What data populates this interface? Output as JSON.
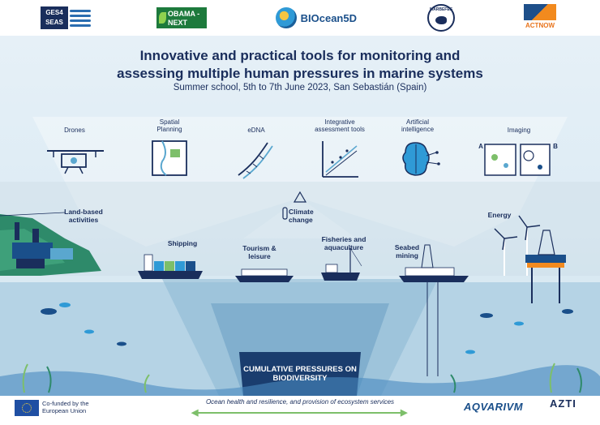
{
  "logos": {
    "ges4seas": "GES4 SEAS",
    "obama": "OBAMA - NEXT",
    "biocean": "BIOcean5D",
    "marbefes": "MARBEFES",
    "actnow": "ACTNOW"
  },
  "header": {
    "title_line1": "Innovative and practical tools for monitoring and",
    "title_line2": "assessing multiple human pressures in marine systems",
    "subtitle": "Summer school, 5th to 7th June 2023, San Sebastián (Spain)"
  },
  "tools": [
    {
      "label": "Drones"
    },
    {
      "label": "Spatial Planning"
    },
    {
      "label": "eDNA"
    },
    {
      "label": "Integrative assessment tools"
    },
    {
      "label": "Artificial intelligence"
    },
    {
      "label": "Imaging"
    }
  ],
  "sectors": {
    "land": "Land-based activities",
    "climate": "Climate change",
    "energy": "Energy",
    "shipping": "Shipping",
    "tourism": "Tourism & leisure",
    "fisheries": "Fisheries and aquaculture",
    "seabed": "Seabed mining"
  },
  "imaging_marks": {
    "a": "A",
    "b": "B"
  },
  "cumulative": "CUMULATIVE PRESSURES ON BIODIVERSITY",
  "footer": {
    "eu": "Co-funded by the European Union",
    "tagline": "Ocean health and resilience, and provision of ecosystem services",
    "aquarium": "AQVARIVM",
    "azti": "AZTI"
  },
  "colors": {
    "navy": "#1a2e5c",
    "sea": "#5aa7cf",
    "accent_green": "#7dbf6a"
  }
}
